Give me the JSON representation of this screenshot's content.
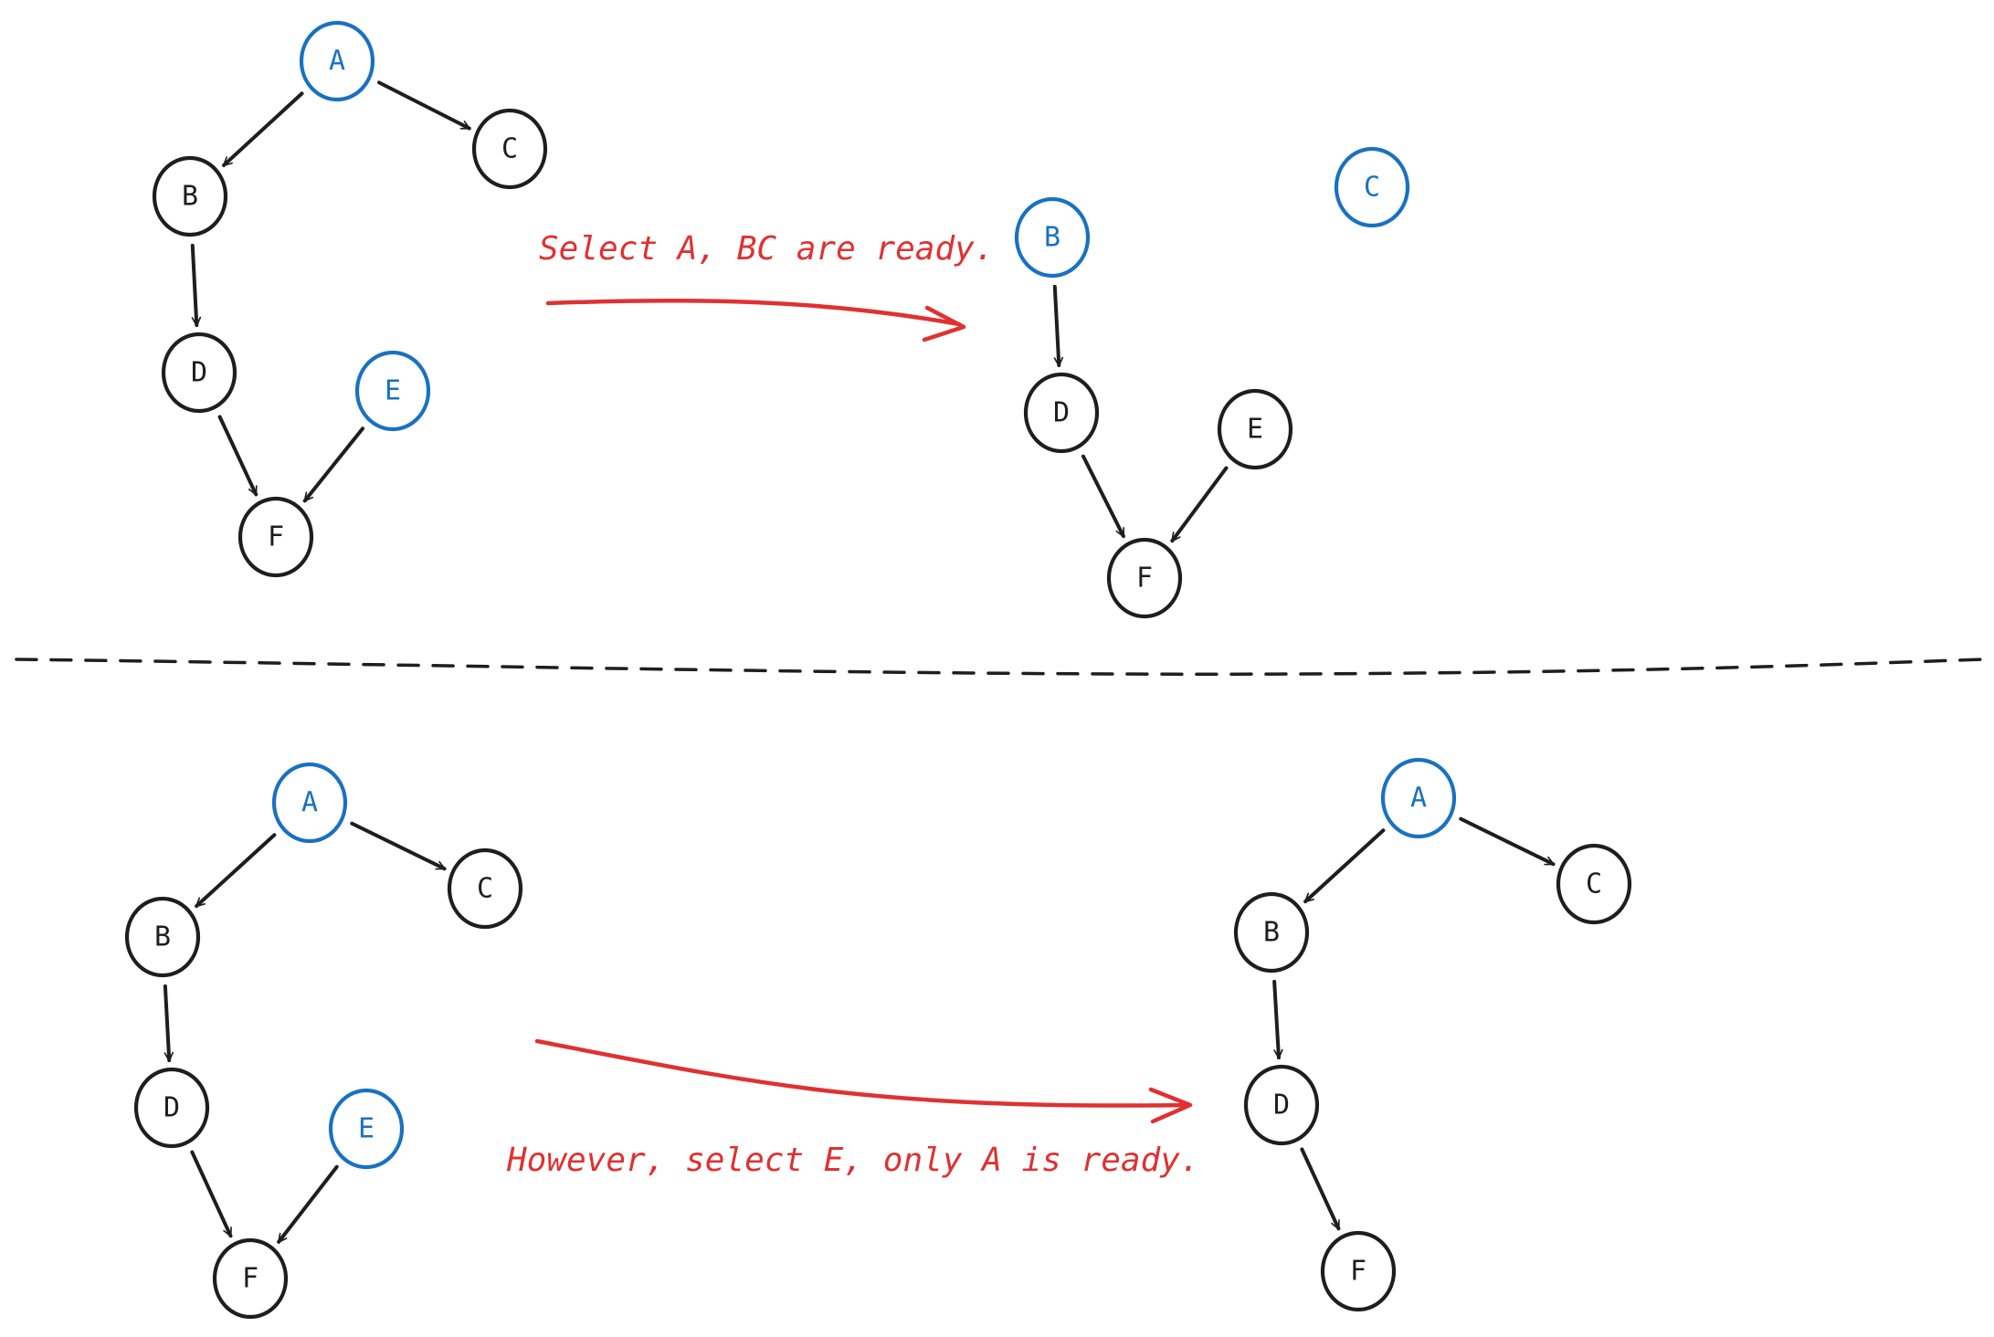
{
  "colors": {
    "ink": "#1e1e1e",
    "selected": "#1971c2",
    "annotation": "#e03131"
  },
  "diagram": {
    "panels": [
      {
        "id": "top-before",
        "nodes": [
          {
            "id": "A",
            "label": "A",
            "state": "selected"
          },
          {
            "id": "B",
            "label": "B",
            "state": "normal"
          },
          {
            "id": "C",
            "label": "C",
            "state": "normal"
          },
          {
            "id": "D",
            "label": "D",
            "state": "normal"
          },
          {
            "id": "E",
            "label": "E",
            "state": "selected"
          },
          {
            "id": "F",
            "label": "F",
            "state": "normal"
          }
        ],
        "edges": [
          [
            "A",
            "B"
          ],
          [
            "A",
            "C"
          ],
          [
            "B",
            "D"
          ],
          [
            "D",
            "F"
          ],
          [
            "E",
            "F"
          ]
        ]
      },
      {
        "id": "top-after",
        "nodes": [
          {
            "id": "B",
            "label": "B",
            "state": "selected"
          },
          {
            "id": "C",
            "label": "C",
            "state": "selected"
          },
          {
            "id": "D",
            "label": "D",
            "state": "normal"
          },
          {
            "id": "E",
            "label": "E",
            "state": "normal"
          },
          {
            "id": "F",
            "label": "F",
            "state": "normal"
          }
        ],
        "edges": [
          [
            "B",
            "D"
          ],
          [
            "D",
            "F"
          ],
          [
            "E",
            "F"
          ]
        ]
      },
      {
        "id": "bottom-before",
        "nodes": [
          {
            "id": "A",
            "label": "A",
            "state": "selected"
          },
          {
            "id": "B",
            "label": "B",
            "state": "normal"
          },
          {
            "id": "C",
            "label": "C",
            "state": "normal"
          },
          {
            "id": "D",
            "label": "D",
            "state": "normal"
          },
          {
            "id": "E",
            "label": "E",
            "state": "selected"
          },
          {
            "id": "F",
            "label": "F",
            "state": "normal"
          }
        ],
        "edges": [
          [
            "A",
            "B"
          ],
          [
            "A",
            "C"
          ],
          [
            "B",
            "D"
          ],
          [
            "D",
            "F"
          ],
          [
            "E",
            "F"
          ]
        ]
      },
      {
        "id": "bottom-after",
        "nodes": [
          {
            "id": "A",
            "label": "A",
            "state": "selected"
          },
          {
            "id": "B",
            "label": "B",
            "state": "normal"
          },
          {
            "id": "C",
            "label": "C",
            "state": "normal"
          },
          {
            "id": "D",
            "label": "D",
            "state": "normal"
          },
          {
            "id": "F",
            "label": "F",
            "state": "normal"
          }
        ],
        "edges": [
          [
            "A",
            "B"
          ],
          [
            "A",
            "C"
          ],
          [
            "B",
            "D"
          ],
          [
            "D",
            "F"
          ]
        ]
      }
    ],
    "annotations": [
      {
        "id": "top-caption",
        "text": "Select A, BC are ready."
      },
      {
        "id": "bottom-caption",
        "text": "However, select E, only A is ready."
      }
    ]
  }
}
